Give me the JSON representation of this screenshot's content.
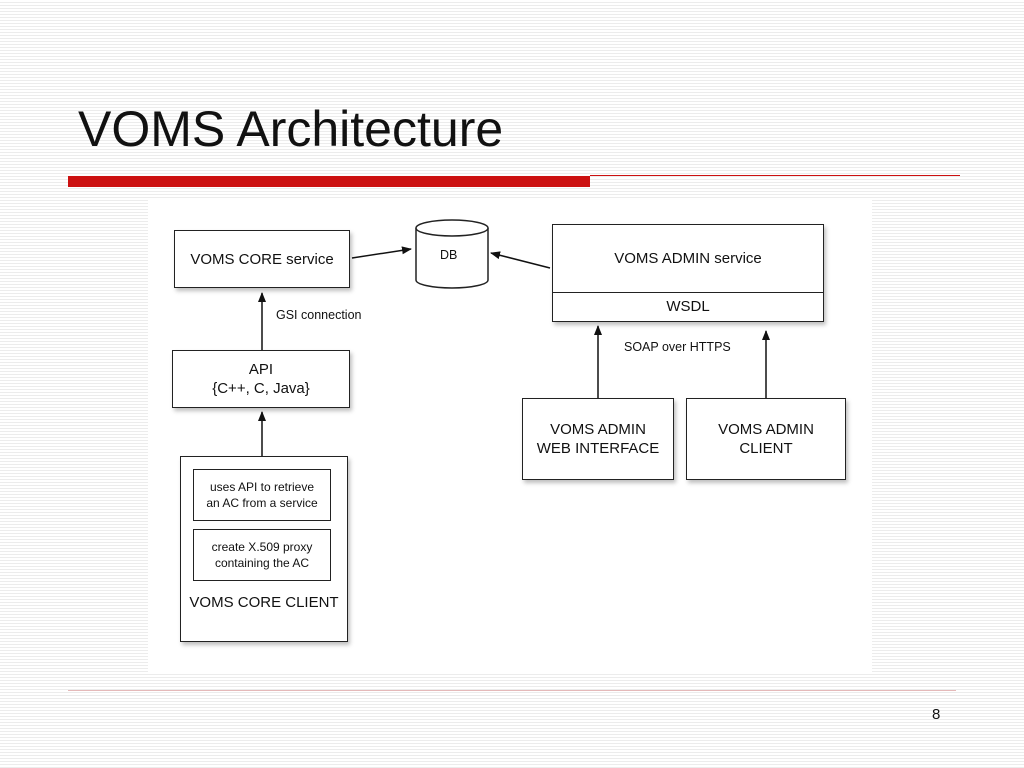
{
  "slide": {
    "title": "VOMS Architecture",
    "page_number": "8",
    "accent_color": "#cc1111"
  },
  "diagram": {
    "core_service": "VOMS CORE service",
    "db": "DB",
    "admin_service": "VOMS ADMIN service",
    "wsdl": "WSDL",
    "gsi_connection": "GSI connection",
    "api": "API\n{C++, C, Java}",
    "soap": "SOAP over HTTPS",
    "admin_web": "VOMS ADMIN\nWEB INTERFACE",
    "admin_client": "VOMS ADMIN\nCLIENT",
    "client_step1": "uses API to retrieve\nan AC from a service",
    "client_step2": "create X.509 proxy\ncontaining the AC",
    "core_client": "VOMS CORE\nCLIENT"
  }
}
